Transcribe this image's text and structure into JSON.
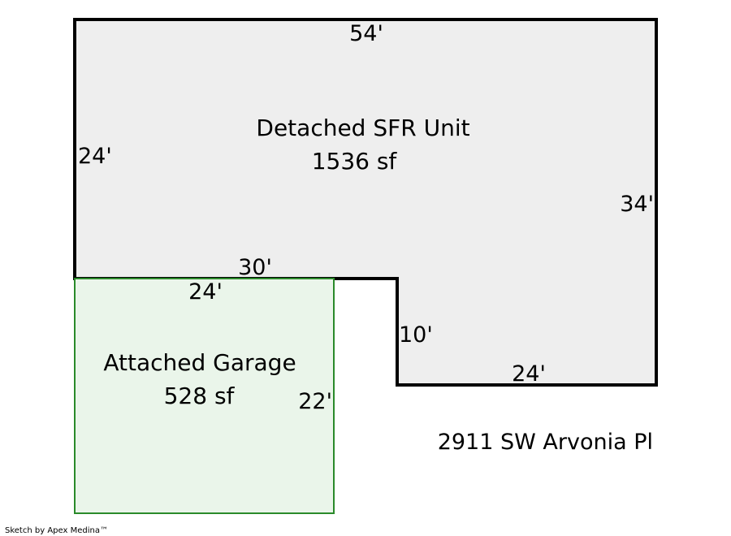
{
  "house": {
    "name": "Detached SFR Unit",
    "area": "1536 sf",
    "fill_color": "#eeeeee",
    "stroke_color": "#000000",
    "dimensions": {
      "top": "54'",
      "left": "24'",
      "right": "34'",
      "inner_top": "30'",
      "inner_side": "10'",
      "bottom": "24'"
    }
  },
  "garage": {
    "name": "Attached Garage",
    "area": "528 sf",
    "fill_color": "#eaf5ea",
    "stroke_color": "#2a8a2a",
    "dimensions": {
      "top": "24'",
      "right": "22'"
    }
  },
  "address": "2911 SW Arvonia Pl",
  "credit": "Sketch by Apex Medina™"
}
